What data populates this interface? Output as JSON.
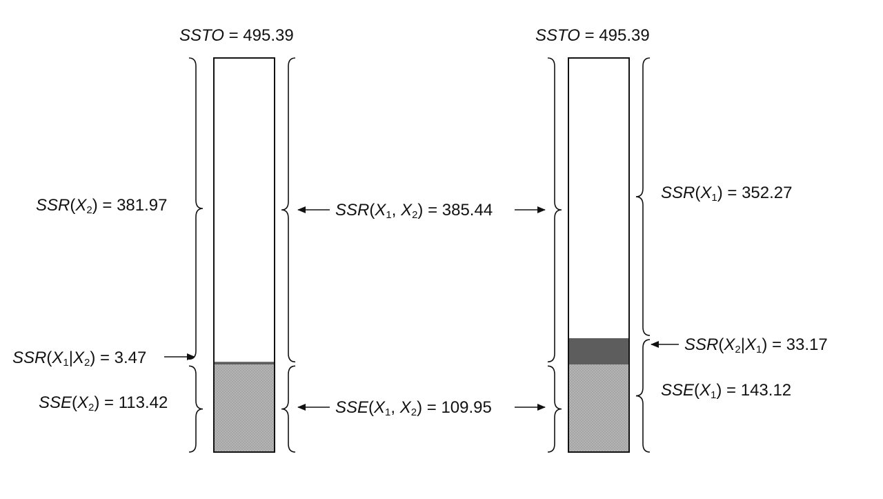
{
  "colors": {
    "ink": "#111111",
    "bar_fill": "#ffffff",
    "extra_ssr_fill": "#5d5d5d",
    "sse_fill": "#a9a9a9"
  },
  "left_bar": {
    "ssto_label": {
      "name": "SSTO",
      "value": "495.39"
    },
    "ssr_x2": {
      "name": "SSR",
      "arg": "X",
      "arg_sub": "2",
      "value": "381.97"
    },
    "ssr_x1_given_x2": {
      "name": "SSR",
      "a": "X",
      "a_sub": "1",
      "b": "X",
      "b_sub": "2",
      "value": "3.47"
    },
    "sse_x2": {
      "name": "SSE",
      "arg": "X",
      "arg_sub": "2",
      "value": "113.42"
    },
    "values": {
      "ssto": 495.39,
      "ssr_primary": 381.97,
      "ssr_extra": 3.47,
      "sse_final": 109.95
    }
  },
  "right_bar": {
    "ssto_label": {
      "name": "SSTO",
      "value": "495.39"
    },
    "ssr_x1": {
      "name": "SSR",
      "arg": "X",
      "arg_sub": "1",
      "value": "352.27"
    },
    "ssr_x2_given_x1": {
      "name": "SSR",
      "a": "X",
      "a_sub": "2",
      "b": "X",
      "b_sub": "1",
      "value": "33.17"
    },
    "sse_x1": {
      "name": "SSE",
      "arg": "X",
      "arg_sub": "1",
      "value": "143.12"
    },
    "values": {
      "ssto": 495.39,
      "ssr_primary": 352.27,
      "ssr_extra": 33.17,
      "sse_final": 109.95
    }
  },
  "middle": {
    "ssr_x1_x2": {
      "name": "SSR",
      "a": "X",
      "a_sub": "1",
      "b": "X",
      "b_sub": "2",
      "value": "385.44"
    },
    "sse_x1_x2": {
      "name": "SSE",
      "a": "X",
      "a_sub": "1",
      "b": "X",
      "b_sub": "2",
      "value": "109.95"
    }
  }
}
